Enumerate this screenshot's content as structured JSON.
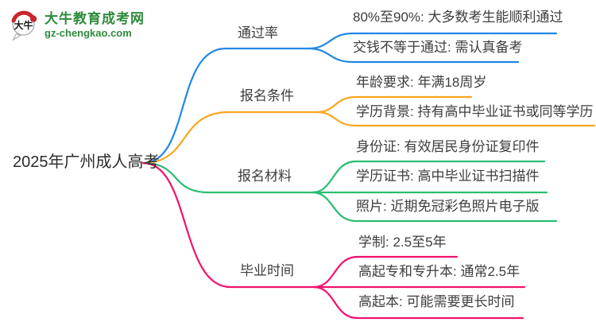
{
  "logo": {
    "icon_text": "大牛",
    "title": "大牛教育成考网",
    "url": "gz-chengkao.com",
    "brand_green": "#2e8b3c",
    "brand_red": "#c9252c"
  },
  "root": {
    "label": "2025年广州成人高考"
  },
  "text_color": "#3d3d3d",
  "branches": [
    {
      "label": "通过率",
      "color": "#2088e8",
      "children": [
        "80%至90%: 大多数考生能顺利通过",
        "交钱不等于通过: 需认真备考"
      ]
    },
    {
      "label": "报名条件",
      "color": "#faa61e",
      "children": [
        "年龄要求: 年满18周岁",
        "学历背景: 持有高中毕业证书或同等学历"
      ]
    },
    {
      "label": "报名材料",
      "color": "#2abd72",
      "children": [
        "身份证: 有效居民身份证复印件",
        "学历证书: 高中毕业证书扫描件",
        "照片: 近期免冠彩色照片电子版"
      ]
    },
    {
      "label": "毕业时间",
      "color": "#f1126e",
      "children": [
        "学制: 2.5至5年",
        "高起专和专升本: 通常2.5年",
        "高起本: 可能需要更长时间"
      ]
    }
  ]
}
